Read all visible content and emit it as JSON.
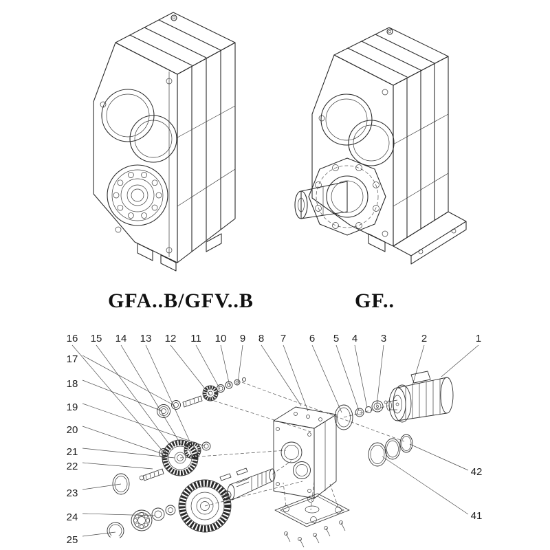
{
  "models": {
    "left_label": "GFA..B/GFV..B",
    "right_label": "GF.."
  },
  "exploded": {
    "top_numbers": [
      "16",
      "15",
      "14",
      "13",
      "12",
      "11",
      "10",
      "9",
      "8",
      "7",
      "6",
      "5",
      "4",
      "3",
      "2",
      "1"
    ],
    "left_numbers": [
      "17",
      "18",
      "19",
      "20",
      "21",
      "22",
      "23",
      "24",
      "25"
    ],
    "right_numbers": [
      "42",
      "41"
    ]
  },
  "style": {
    "background": "#ffffff",
    "line_color": "#2b2b2b",
    "text_color": "#1d1d1d"
  }
}
